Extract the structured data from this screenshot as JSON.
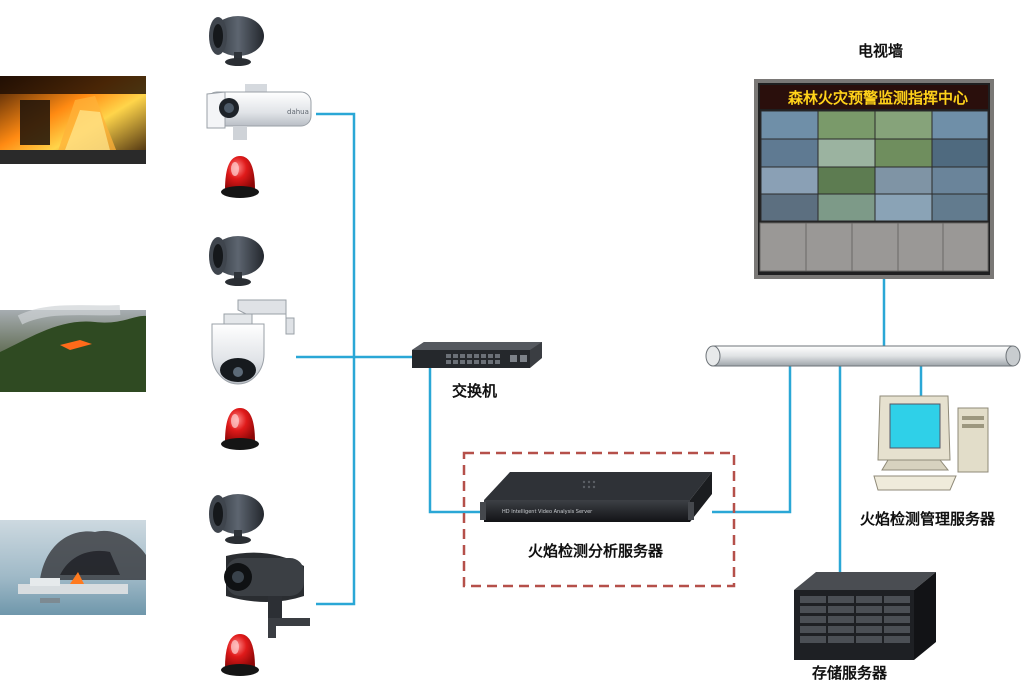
{
  "labels": {
    "video_wall": "电视墙",
    "wall_banner": "森林火灾预警监测指挥中心",
    "switch": "交换机",
    "analysis_server": "火焰检测分析服务器",
    "analysis_server_badge": "HD Intelligent Video Analysis Server",
    "management_server": "火焰检测管理服务器",
    "storage_server": "存储服务器"
  },
  "colors": {
    "network_line": "#2aa7d6",
    "dashed_box": "#b5504a",
    "alarm_red": "#d81d1d",
    "banner_text": "#ffd21a"
  },
  "icons": [
    "horn-speaker-icon",
    "bullet-camera-icon",
    "alarm-light-icon",
    "dome-ptz-camera-icon",
    "ir-bullet-camera-icon",
    "network-switch-icon",
    "rack-server-icon",
    "desktop-computer-icon",
    "storage-server-icon",
    "video-wall-icon"
  ]
}
